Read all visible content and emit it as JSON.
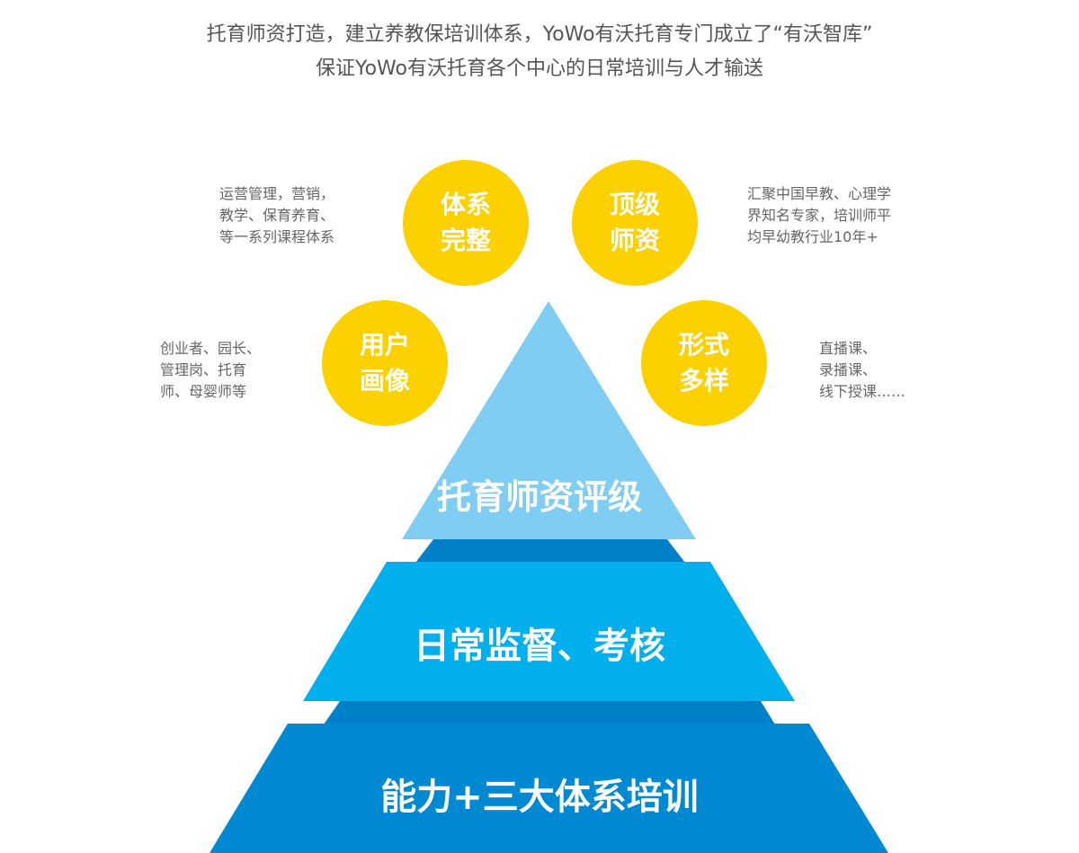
{
  "intro": {
    "line1": "托育师资打造，建立养教保培训体系，YoWo有沃托育专门成立了“有沃智库”",
    "line2": "保证YoWo有沃托育各个中心的日常培训与人才输送"
  },
  "circles": [
    {
      "line1": "体系",
      "line2": "完整",
      "desc": [
        "运营管理，营销，",
        "教学、保育养育、",
        "等一系列课程体系"
      ]
    },
    {
      "line1": "顶级",
      "line2": "师资",
      "desc": [
        "汇聚中国早教、心理学",
        "界知名专家，培训师平",
        "均早幼教行业10年+"
      ]
    },
    {
      "line1": "用户",
      "line2": "画像",
      "desc": [
        "创业者、园长、",
        "管理岗、托育",
        "师、母婴师等"
      ]
    },
    {
      "line1": "形式",
      "line2": "多样",
      "desc": [
        "直播课、",
        "录播课、",
        "线下授课……"
      ]
    }
  ],
  "pyramid": {
    "top": "托育师资评级",
    "middle": "日常监督、考核",
    "bottom": "能力+三大体系培训"
  },
  "colors": {
    "yellow": "#fdd000",
    "light_blue": "#7fcdf3",
    "mid_blue": "#00afec",
    "dark_blue": "#0089d3",
    "band": "#0080c8"
  }
}
